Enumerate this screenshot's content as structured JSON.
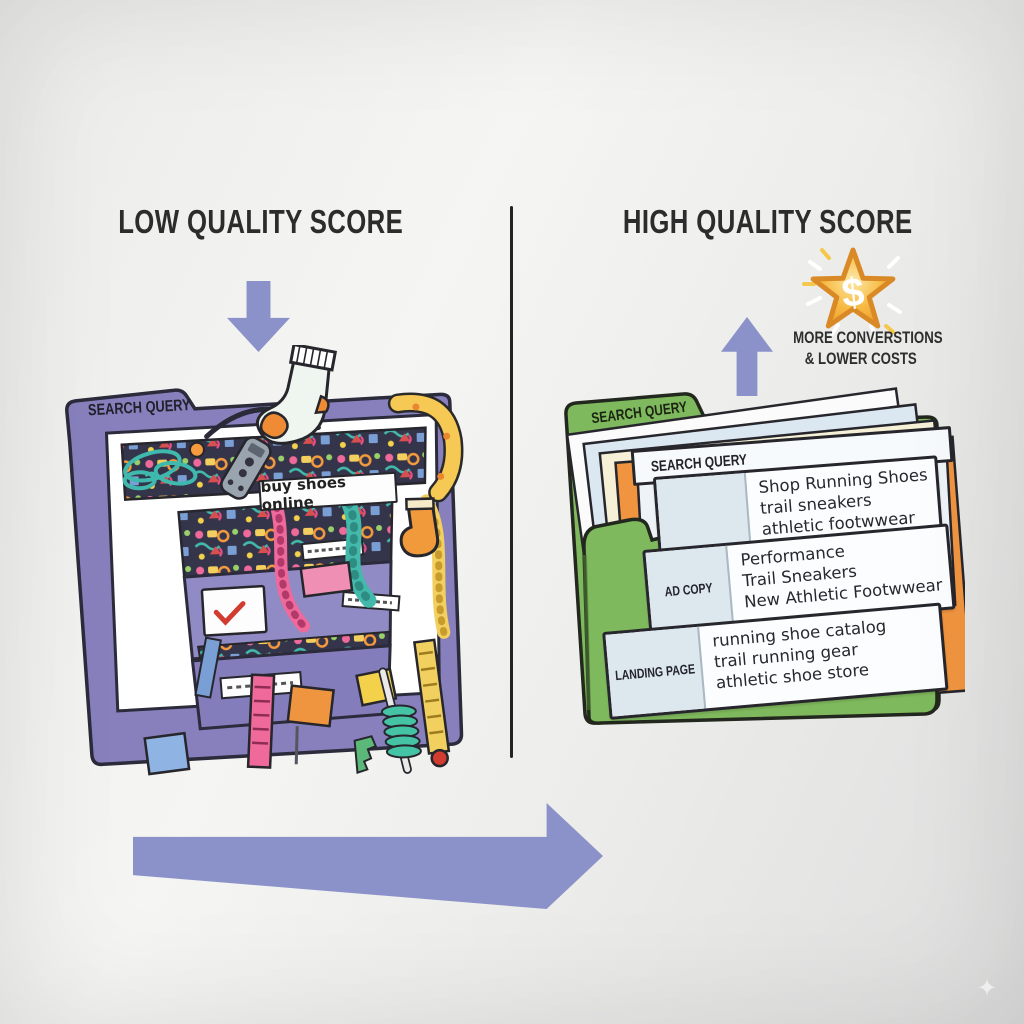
{
  "left_panel": {
    "title": "LOW QUALITY SCORE",
    "folder_tab": "SEARCH QUERY",
    "messy_label": "buy shoes online"
  },
  "right_panel": {
    "title": "HIGH QUALITY SCORE",
    "folder_tab": "SEARCH QUERY",
    "badge": {
      "symbol": "$",
      "caption_lines": [
        "MORE CONVERSTIONS",
        "& LOWER COSTS"
      ]
    },
    "sheet": {
      "header": "SEARCH QUERY",
      "rows": [
        {
          "label": "",
          "lines": [
            "Shop Running Shoes",
            "trail sneakers",
            "athletic footwwear"
          ]
        },
        {
          "label": "AD COPY",
          "lines": [
            "Performance",
            "Trail Sneakers",
            "New Athletic Footwwear"
          ]
        },
        {
          "label": "LANDING PAGE",
          "lines": [
            "running shoe catalog",
            "trail running gear",
            "athletic shoe store"
          ]
        }
      ]
    }
  },
  "colors": {
    "arrow_purple": "#8b92c9",
    "folder_purple": "#8780bd",
    "folder_green": "#7fb95d",
    "paper_orange": "#f0943f",
    "star_gold": "#f5a93b",
    "divider": "#232323"
  }
}
